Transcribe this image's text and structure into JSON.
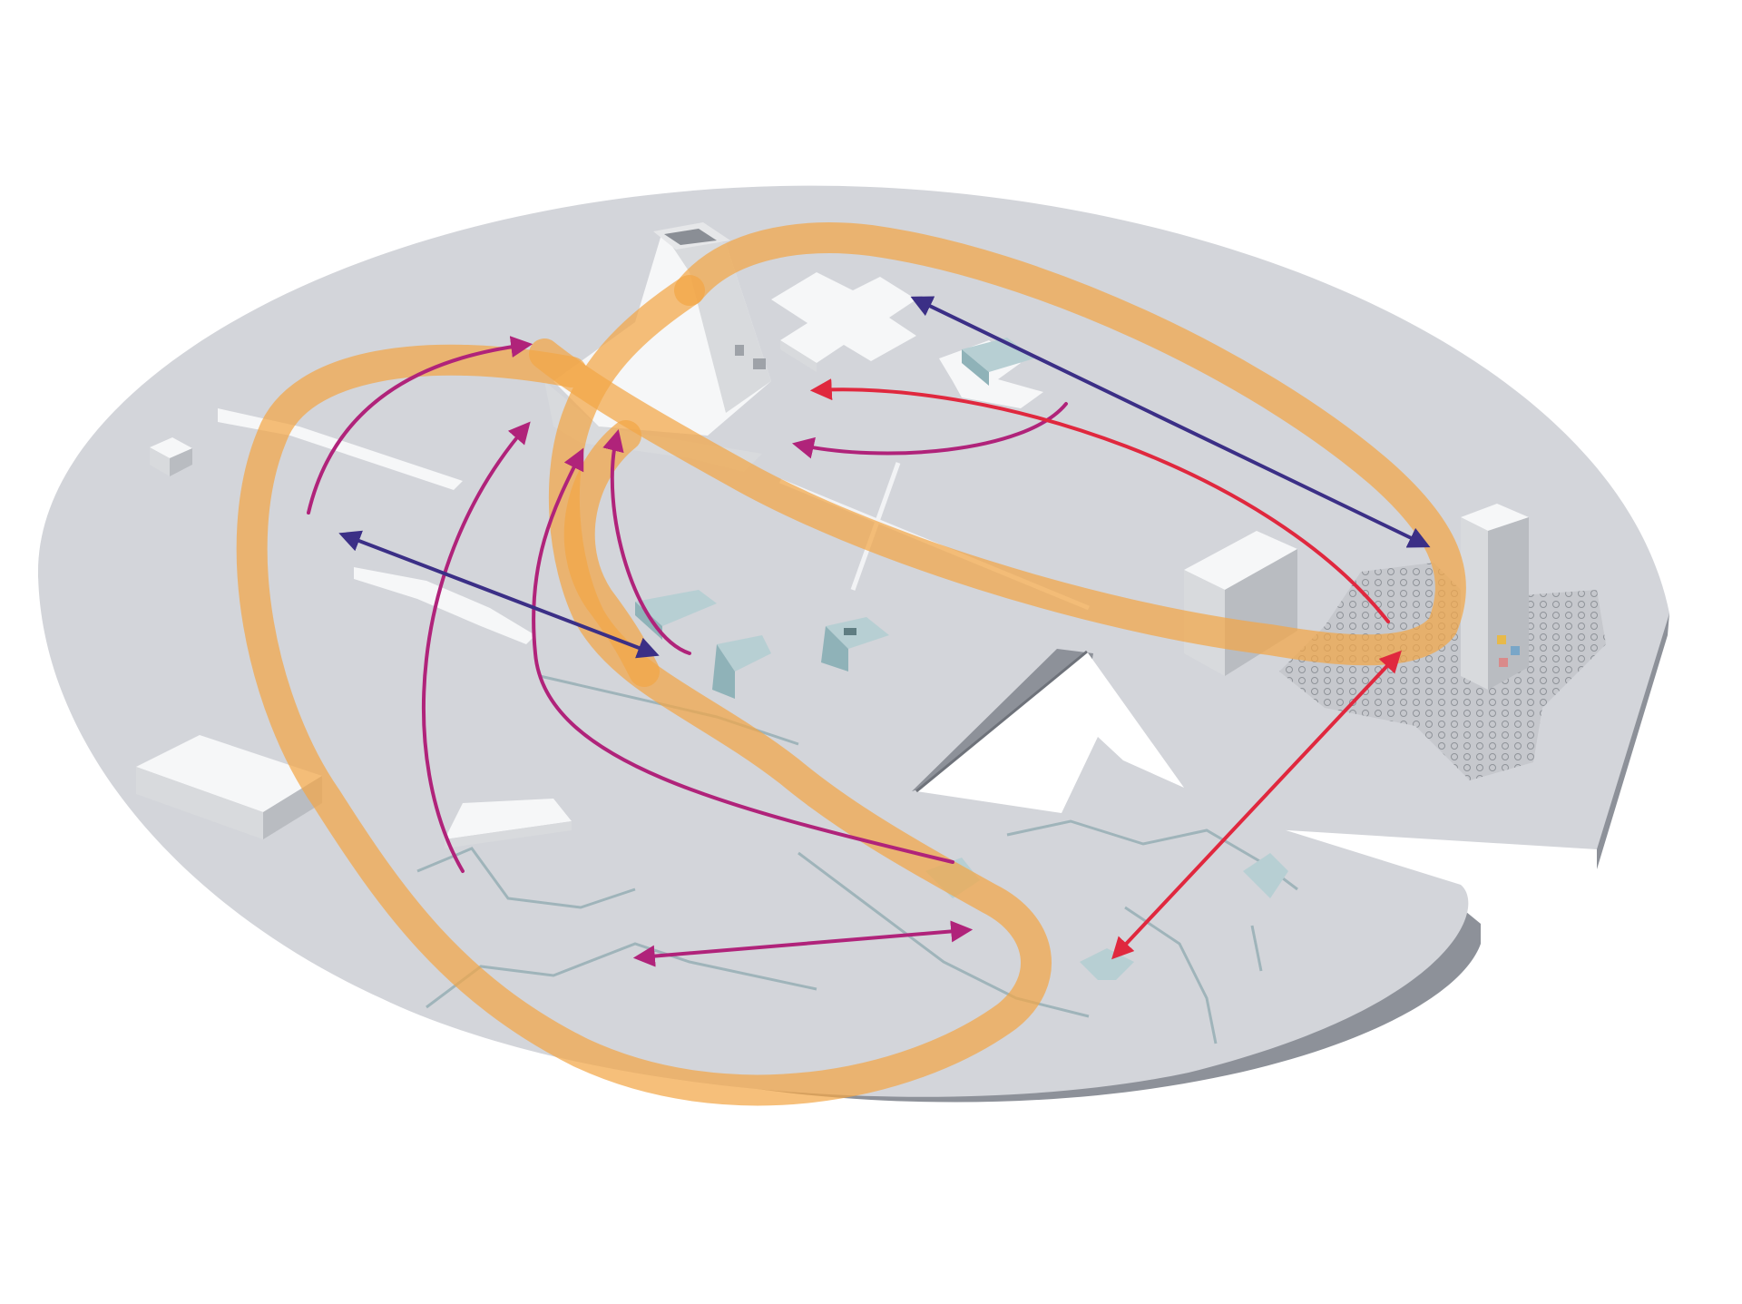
{
  "colors": {
    "background": "#ffffff",
    "plate_top": "#d3d5da",
    "plate_edge": "#8d9199",
    "orange_loop": "#f3a646",
    "magenta_route": "#b0237a",
    "red_route": "#e0283e",
    "navy_route": "#3b2f86",
    "teal_building": "#b7cfd3"
  },
  "legend_routes": [
    {
      "kind": "orange-loop",
      "count": 3
    },
    {
      "kind": "magenta-arrow",
      "count": 6
    },
    {
      "kind": "red-arrow",
      "count": 2
    },
    {
      "kind": "navy-arrow",
      "count": 2
    }
  ]
}
